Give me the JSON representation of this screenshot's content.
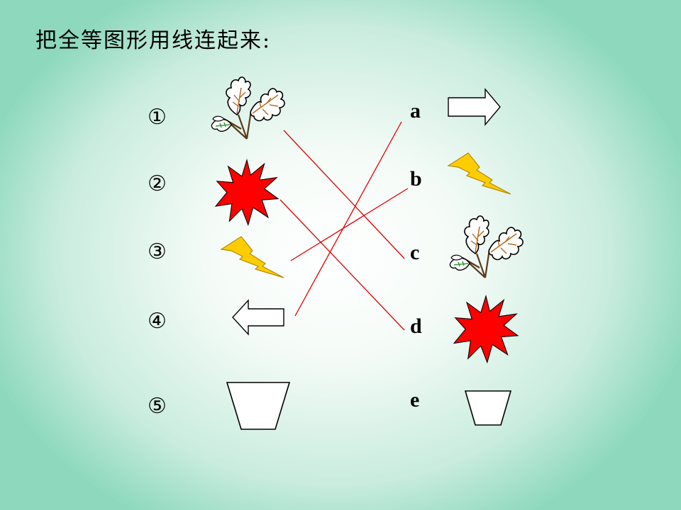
{
  "instruction": "把全等图形用线连起来:",
  "left_items": [
    {
      "number": "①",
      "shape": "leaf-icon"
    },
    {
      "number": "②",
      "shape": "red-star-burst-icon"
    },
    {
      "number": "③",
      "shape": "lightning-bolt-icon"
    },
    {
      "number": "④",
      "shape": "left-arrow-icon"
    },
    {
      "number": "⑤",
      "shape": "trapezoid-cup-icon"
    }
  ],
  "right_items": [
    {
      "letter": "a",
      "shape": "right-arrow-icon"
    },
    {
      "letter": "b",
      "shape": "lightning-bolt-icon"
    },
    {
      "letter": "c",
      "shape": "leaf-icon"
    },
    {
      "letter": "d",
      "shape": "red-star-burst-icon"
    },
    {
      "letter": "e",
      "shape": "trapezoid-cup-icon"
    }
  ],
  "connections": [
    {
      "from": "①",
      "to": "c"
    },
    {
      "from": "②",
      "to": "d"
    },
    {
      "from": "③",
      "to": "b"
    },
    {
      "from": "④",
      "to": "a"
    }
  ],
  "colors": {
    "line": "#e00000",
    "star_fill": "#ff0000",
    "bolt_fill": "#ffcc00",
    "bolt_stroke": "#cc9900",
    "background_edge": "#8ed9bd"
  }
}
